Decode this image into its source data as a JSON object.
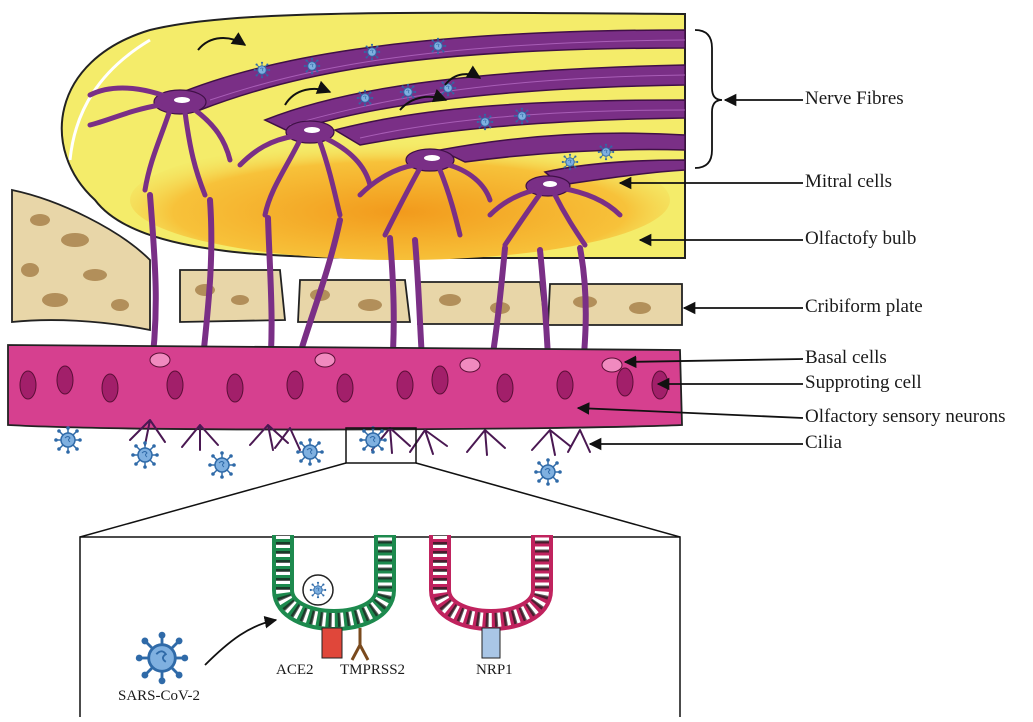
{
  "labels": {
    "nerve_fibres": "Nerve Fibres",
    "mitral_cells": "Mitral cells",
    "olfactory_bulb": "Olfactofy bulb",
    "cribiform_plate": "Cribiform plate",
    "basal_cells": "Basal cells",
    "supporting_cell": "Supproting cell",
    "olfactory_sensory_neurons": "Olfactory sensory neurons",
    "cilia": "Cilia"
  },
  "inset": {
    "virus": "SARS-CoV-2",
    "ace2": "ACE2",
    "tmprss2": "TMPRSS2",
    "nrp1": "NRP1"
  },
  "colors": {
    "bulb_yellow": "#f4ec6a",
    "bulb_orange": "#f5a623",
    "fibre_purple": "#7a2f86",
    "bone": "#e8d6a8",
    "bone_dark": "#a07840",
    "epithelium": "#d6408f",
    "virus_blue": "#3d7fc4",
    "ace2_red": "#e0473a",
    "nrp1_blue": "#a9c6e6"
  }
}
